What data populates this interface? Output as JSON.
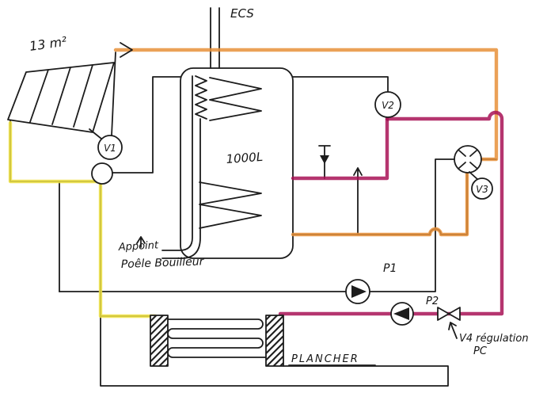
{
  "diagram": {
    "labels": {
      "collector_area": "13 m²",
      "ecs": "ECS",
      "tank_volume": "1000L",
      "valve_v1": "V1",
      "valve_v2": "V2",
      "valve_v3": "V3",
      "appoint": "Appoint",
      "poele_bouilleur": "Poêle Bouilleur",
      "pump_p1": "P1",
      "pump_p2": "P2",
      "v4_regulation": "V4 régulation",
      "v4_pc": "PC",
      "plancher": "PLANCHER"
    },
    "colors": {
      "ink": "#1c1c1c",
      "solar_loop": "#efe242",
      "hot_supply_loop": "#e8913a",
      "floor_heating_loop": "#a81256",
      "paper": "#ffffff"
    }
  }
}
